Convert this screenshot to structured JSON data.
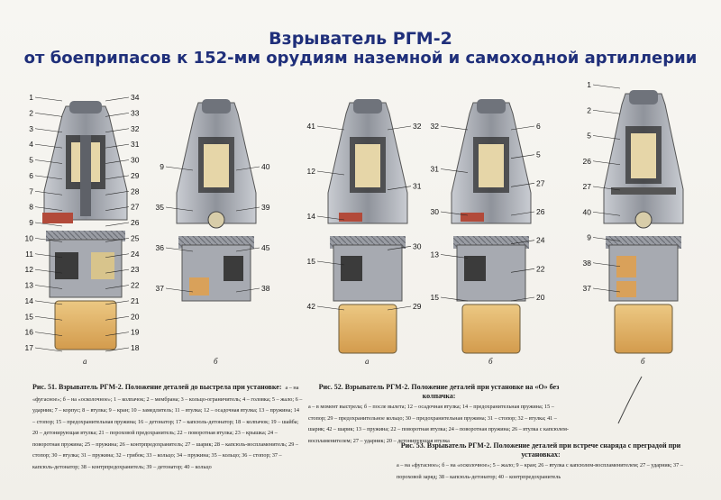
{
  "poster": {
    "title_line1": "Взрыватель РГМ-2",
    "title_line2": "от боеприпасов к 152-мм орудиям наземной и самоходной артиллерии"
  },
  "fuzes": [
    {
      "sub": "а",
      "left_nums": [
        "1",
        "2",
        "3",
        "4",
        "5",
        "6",
        "7",
        "8",
        "9",
        "10",
        "11",
        "12",
        "13",
        "14",
        "15",
        "16",
        "17"
      ],
      "right_nums": [
        "34",
        "33",
        "32",
        "31",
        "30",
        "29",
        "28",
        "27",
        "26",
        "25",
        "24",
        "23",
        "22",
        "21",
        "20",
        "19",
        "18"
      ]
    },
    {
      "sub": "б",
      "left_nums": [
        "9",
        "35",
        "36",
        "37"
      ],
      "right_nums": [
        "40",
        "39",
        "45",
        "38"
      ]
    },
    {
      "sub": "а",
      "left_nums": [
        "41",
        "12",
        "14",
        "15",
        "42"
      ],
      "right_nums": [
        "32",
        "31",
        "30",
        "29"
      ]
    },
    {
      "sub": "б",
      "left_nums": [
        "32",
        "31",
        "30",
        "13",
        "15"
      ],
      "right_nums": [
        "6",
        "5",
        "27",
        "26",
        "24",
        "22",
        "20"
      ]
    },
    {
      "sub": "б",
      "left_nums": [
        "1",
        "2",
        "5",
        "26",
        "27",
        "40",
        "9",
        "38",
        "37"
      ],
      "right_nums": []
    }
  ],
  "captions": {
    "fig51_head": "Рис. 51. Взрыватель РГМ-2. Положение деталей до выстрела при установке:",
    "fig51_body": "а – на «фугасное»; б – на «осколочное»; 1 – колпачок; 2 – мембрана; 3 – кольцо-ограничитель; 4 – головка; 5 – жало; 6 – ударник; 7 – корпус; 8 – втулка; 9 – кран; 10 – замедлитель; 11 – втулка; 12 – осадочная втулка; 13 – пружина; 14 – стопор; 15 – предохранительная пружина; 16 – детонатор; 17 – капсюль-детонатор; 18 – колпачок; 19 – шайба; 20 – детонирующая втулка; 21 – пороховой предохранитель; 22 – поворотная втулка; 23 – крышка; 24 – поворотная пружина; 25 – пружина; 26 – контрпредохранитель; 27 – шарик; 28 – капсюль-воспламенитель; 29 – стопор; 30 – втулка; 31 – пружина; 32 – грибок; 33 – кольцо; 34 – пружина; 35 – кольцо; 36 – стопор; 37 – капсюль-детонатор; 38 – контрпредохранитель; 39 – детонатор; 40 – кольцо",
    "fig52_head": "Рис. 52. Взрыватель РГМ-2. Положение деталей при установке на «О» без колпачка:",
    "fig52_body": "а – в момент выстрела; б – после вылета; 12 – осадочная втулка; 14 – предохранительная пружина; 15 – стопор; 29 – предохранительное кольцо; 30 – предохранительная пружина; 31 – стопор; 32 – втулка; 41 – шарик; 42 – шарик; 13 – пружина; 22 – поворотная втулка; 24 – поворотная пружина; 26 – втулка с капсюлем-воспламенителем; 27 – ударник; 20 – детонирующая втулка",
    "fig53_head": "Рис. 53. Взрыватель РГМ-2. Положение деталей при встрече снаряда с преградой при установках:",
    "fig53_body": "а – на «фугасное»; б – на «осколочное»; 5 – жало; 9 – кран; 26 – втулка с капсюлем-воспламенителем; 27 – ударник; 37 – пороховой заряд; 38 – капсюль-детонатор; 40 – контрпредохранитель"
  },
  "colors": {
    "title": "#1f2f7a",
    "body_gray": "#8c8f97",
    "detonator": "#e2b56a",
    "brass": "#d8b87a",
    "red_part": "#b24a3a"
  }
}
